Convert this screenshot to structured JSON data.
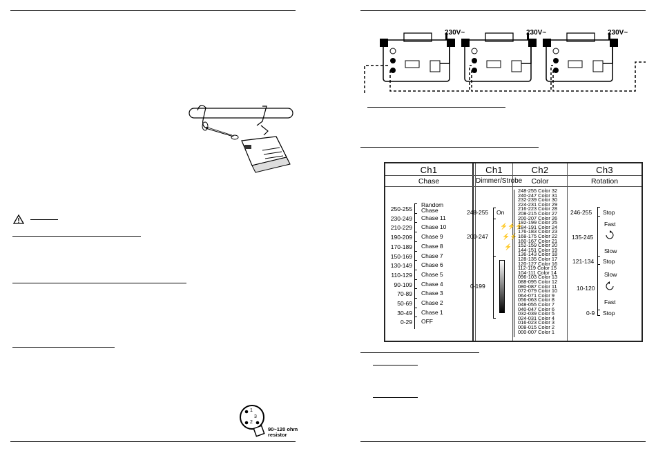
{
  "power": {
    "label": "230V~"
  },
  "fixture": {
    "resistor_label": "90~120 ohm\nresistor",
    "pins": [
      "1",
      "3",
      "2"
    ]
  },
  "table_left": {
    "header": "Ch1",
    "subheader": "Chase",
    "rows": [
      {
        "range": "250-255",
        "label": "Random\nChase"
      },
      {
        "range": "230-249",
        "label": "Chase 11"
      },
      {
        "range": "210-229",
        "label": "Chase 10"
      },
      {
        "range": "190-209",
        "label": "Chase 9"
      },
      {
        "range": "170-189",
        "label": "Chase 8"
      },
      {
        "range": "150-169",
        "label": "Chase 7"
      },
      {
        "range": "130-149",
        "label": "Chase 6"
      },
      {
        "range": "110-129",
        "label": "Chase 5"
      },
      {
        "range": "90-109",
        "label": "Chase 4"
      },
      {
        "range": "70-89",
        "label": "Chase 3"
      },
      {
        "range": "50-69",
        "label": "Chase 2"
      },
      {
        "range": "30-49",
        "label": "Chase 1"
      },
      {
        "range": "0-29",
        "label": "OFF"
      }
    ]
  },
  "table_right": {
    "ch1": {
      "header": "Ch1",
      "subheader": "Dimmer/Strobe",
      "on_range": "248-255",
      "on_label": "On",
      "strobe_range": "200-247",
      "dim_range": "0-199"
    },
    "ch2": {
      "header": "Ch2",
      "subheader": "Color",
      "rows": [
        "248-255 Color 32",
        "240-247 Color 31",
        "232-239 Color 30",
        "224-231 Color 29",
        "216-223 Color 28",
        "208-215 Color 27",
        "200-207 Color 26",
        "192-199 Color 25",
        "184-191 Color 24",
        "176-183 Color 23",
        "168-175 Color 22",
        "160-167 Color 21",
        "152-159 Color 20",
        "144-151 Color 19",
        "136-143 Color 18",
        "128-135 Color 17",
        "120-127 Color 16",
        "112-119 Color 15",
        "104-111 Color 14",
        "096-103 Color 13",
        "088-095 Color 12",
        "080-087 Color 11",
        "072-079 Color 10",
        "064-071 Color 9",
        "056-063 Color 8",
        "048-055 Color 7",
        "040-047 Color 6",
        "032-039 Color 5",
        "024-031 Color 4",
        "016-023 Color 3",
        "008-015 Color 2",
        "000-007 Color 1"
      ]
    },
    "ch3": {
      "header": "Ch3",
      "subheader": "Rotation",
      "stop1_range": "246-255",
      "stop1": "Stop",
      "fast1": "Fast",
      "cw_range": "135-245",
      "slow1": "Slow",
      "stop2_range": "121-134",
      "stop2": "Stop",
      "slow2": "Slow",
      "ccw_range": "10-120",
      "fast2": "Fast",
      "stop3_range": "0-9",
      "stop3": "Stop"
    }
  }
}
